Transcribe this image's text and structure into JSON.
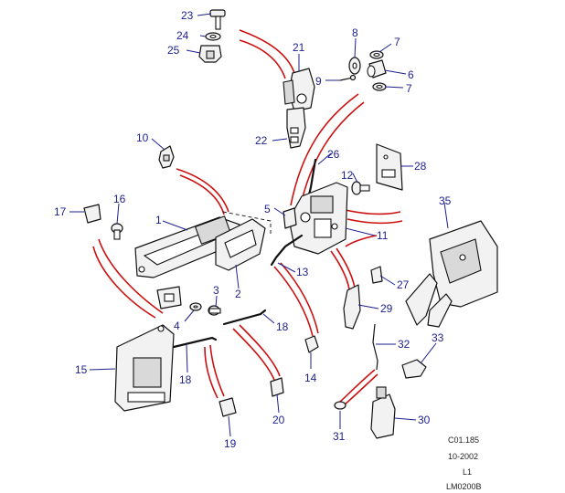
{
  "callouts": [
    "1",
    "2",
    "3",
    "4",
    "5",
    "6",
    "7",
    "7",
    "8",
    "9",
    "10",
    "11",
    "12",
    "13",
    "14",
    "15",
    "16",
    "17",
    "18",
    "18",
    "19",
    "20",
    "21",
    "22",
    "23",
    "24",
    "25",
    "26",
    "27",
    "28",
    "29",
    "30",
    "31",
    "32",
    "33",
    "35"
  ],
  "info_block": {
    "code": "C01.185",
    "date": "10-2002",
    "level": "L1",
    "reference": "LM0200B"
  },
  "colors": {
    "callout": "#1b1f8f",
    "callout_line": "#1b1f8f",
    "linkage_line": "#cc1010",
    "outline": "#111111"
  }
}
